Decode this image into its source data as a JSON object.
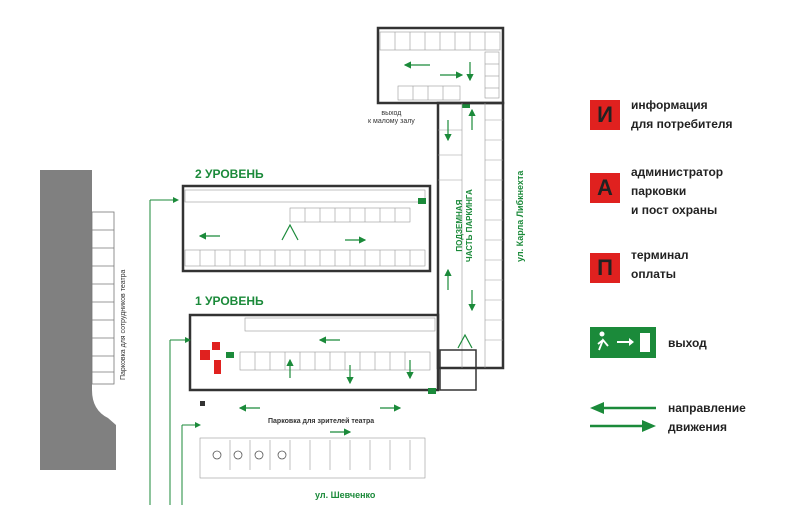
{
  "labels": {
    "level2": "2 УРОВЕНЬ",
    "level1": "1 УРОВЕНЬ",
    "exit_small_hall": "выход\nк малому залу",
    "underground": "ПОДЗЕМНАЯ\nЧАСТЬ ПАРКИНГА",
    "street_karla": "ул. Карла Либкнехта",
    "street_shevchenko": "ул. Шевченко",
    "parking_staff": "Парковка для сотрудников театра",
    "parking_viewers": "Парковка для зрителей театра"
  },
  "legend": {
    "info_letter": "И",
    "info_text": "информация\nдля потребителя",
    "admin_letter": "А",
    "admin_text": "администратор\nпарковки\nи пост охраны",
    "terminal_letter": "П",
    "terminal_text": "терминал\nоплаты",
    "exit_text": "выход",
    "direction_text": "направление\nдвижения"
  },
  "colors": {
    "accent_green": "#1b8a3a",
    "badge_red": "#e0211f",
    "building_gray": "#808080",
    "wall_dark": "#333333"
  },
  "icons": [
    "exit-sign-icon",
    "arrow-left-icon",
    "arrow-right-icon",
    "disabled-parking-icon"
  ]
}
